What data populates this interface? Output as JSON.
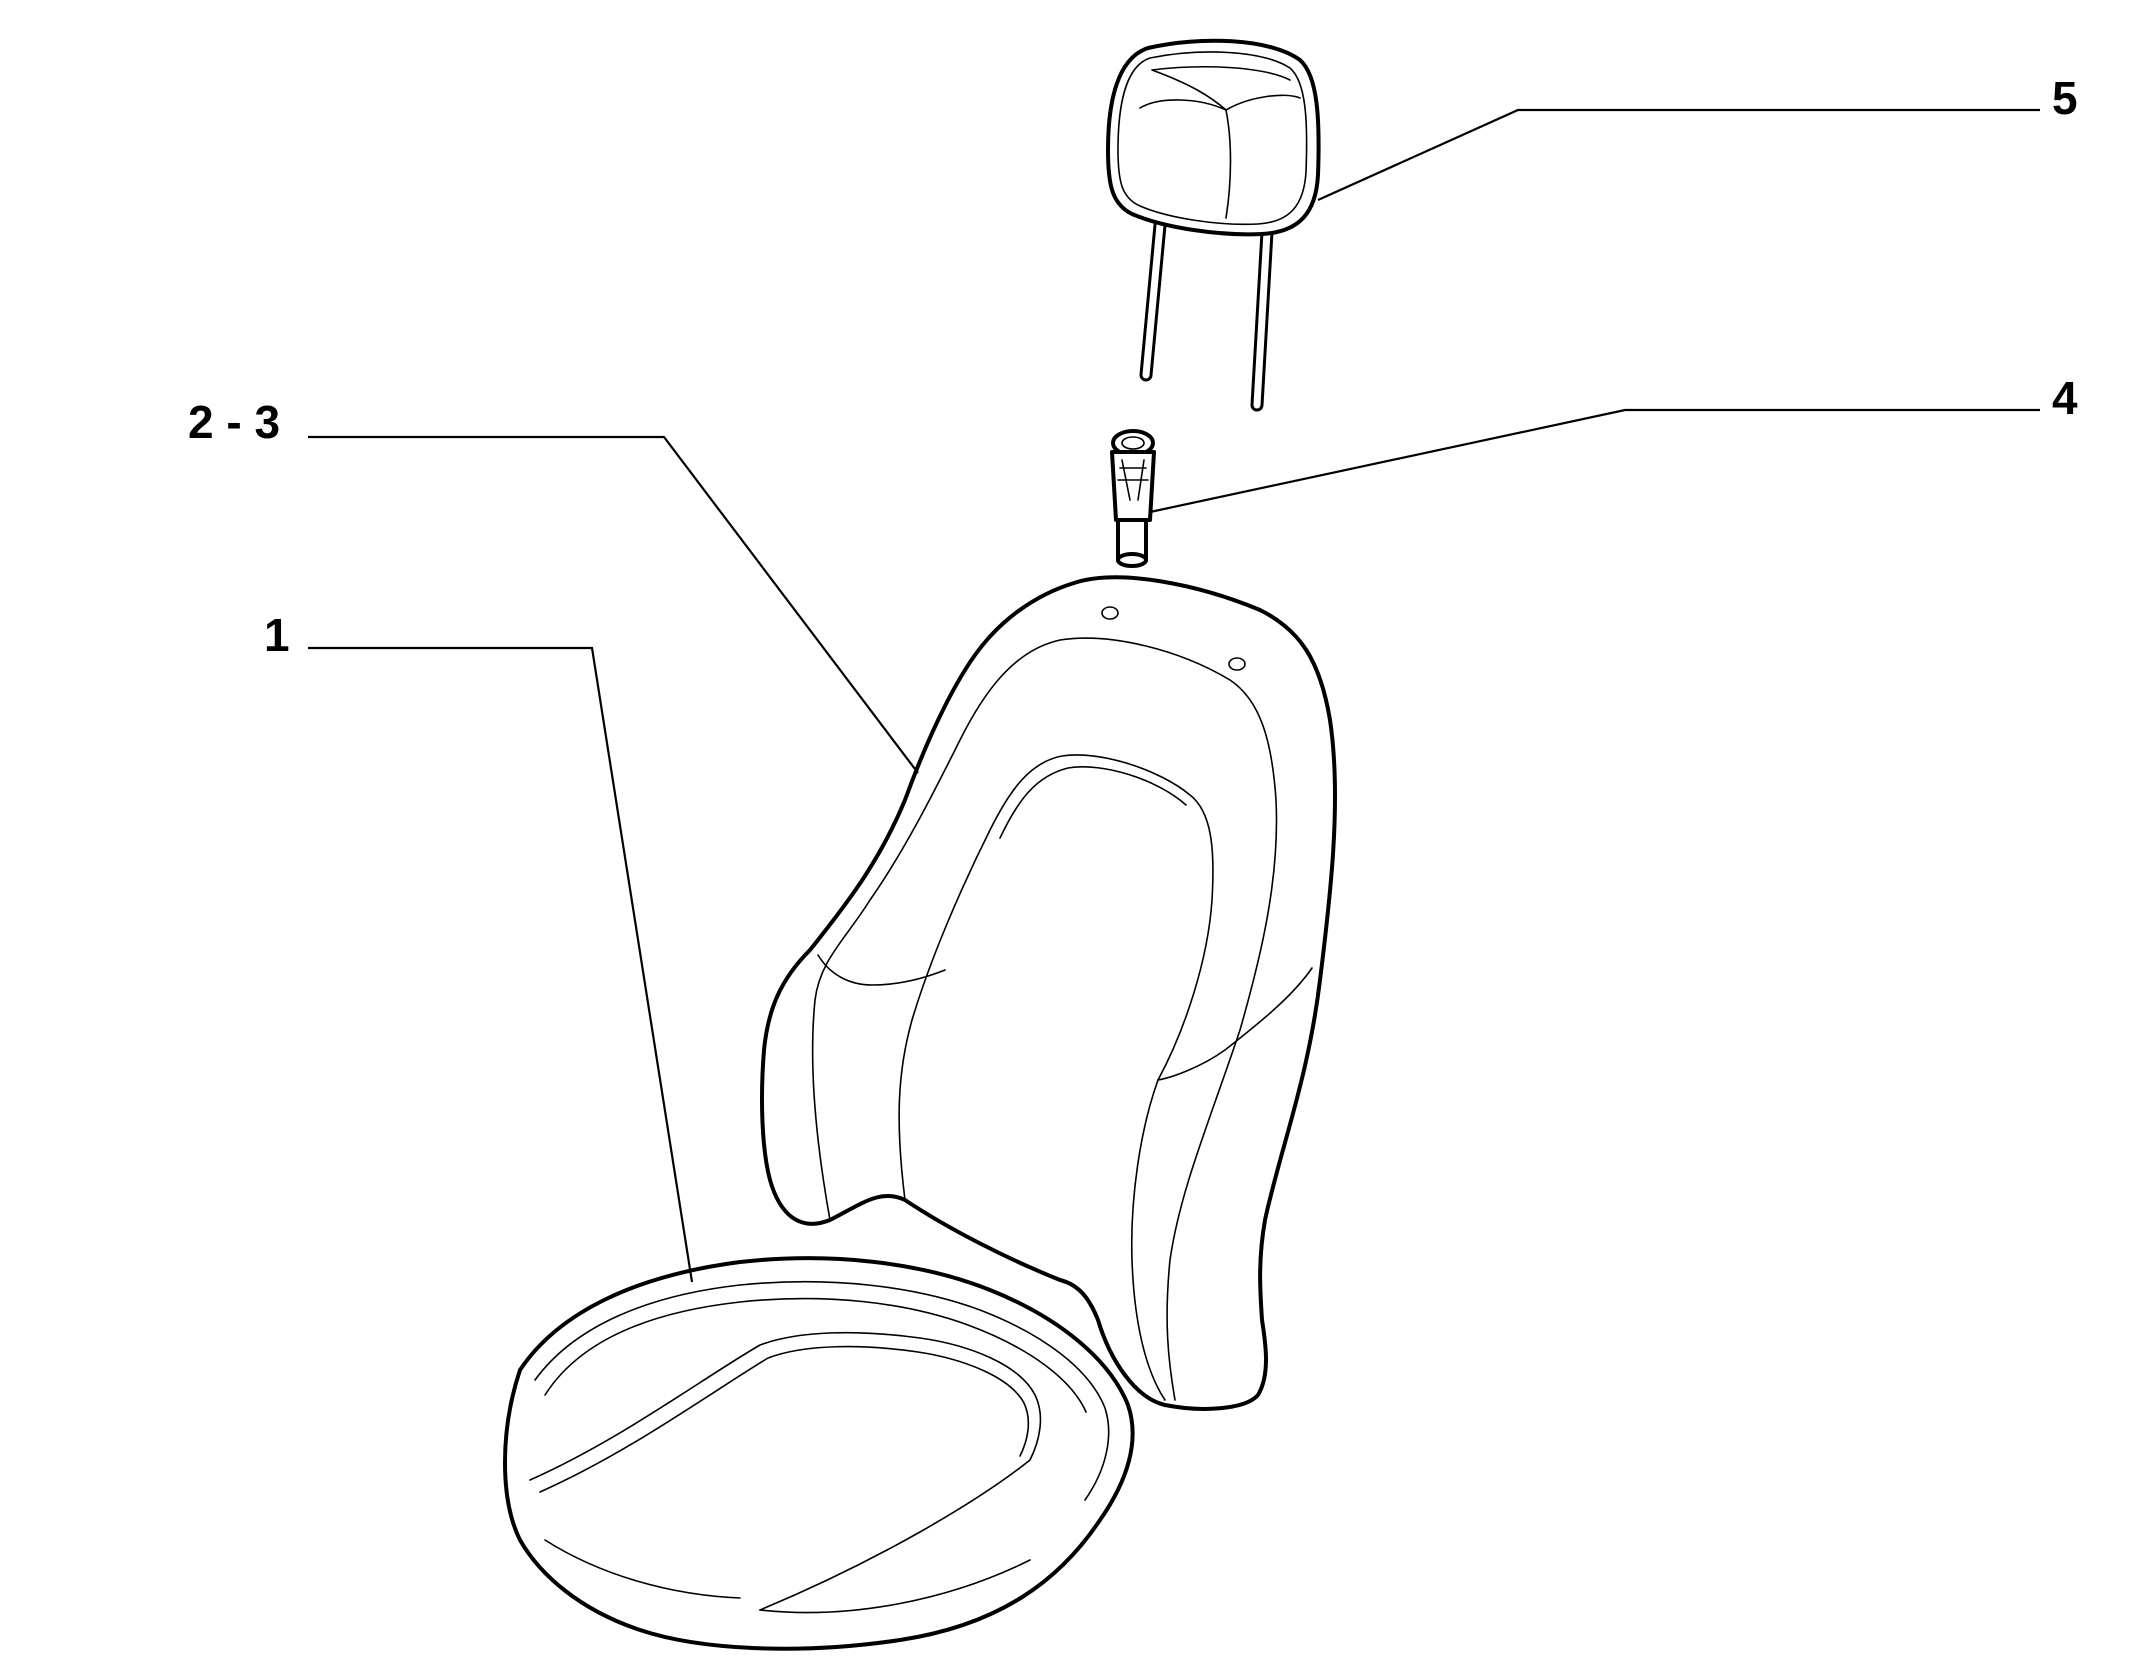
{
  "diagram": {
    "callouts": [
      {
        "id": "part-1",
        "label": "1"
      },
      {
        "id": "part-2-3",
        "label": "2 - 3"
      },
      {
        "id": "part-4",
        "label": "4"
      },
      {
        "id": "part-5",
        "label": "5"
      }
    ],
    "colors": {
      "line": "#000000",
      "background": "#ffffff"
    }
  }
}
